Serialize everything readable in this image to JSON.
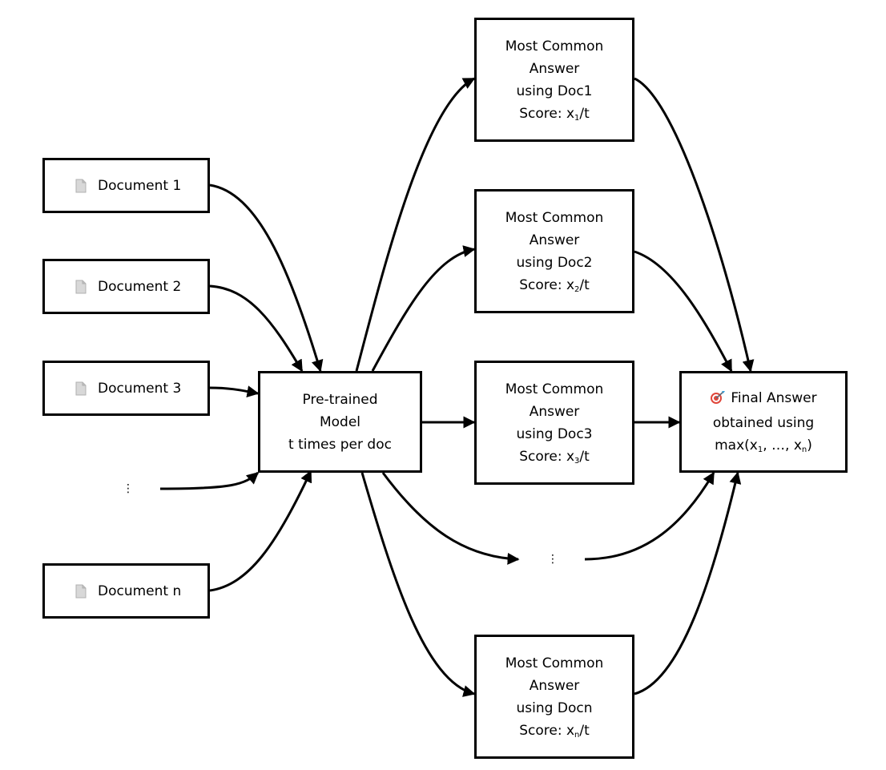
{
  "documents": [
    {
      "label": "Document 1",
      "icon": "document-icon"
    },
    {
      "label": "Document 2",
      "icon": "document-icon"
    },
    {
      "label": "Document 3",
      "icon": "document-icon"
    },
    {
      "label": "Document n",
      "icon": "document-icon"
    }
  ],
  "ellipsis": "⋮",
  "model": {
    "line1": "Pre-trained",
    "line2": "Model",
    "line3": "t times per doc"
  },
  "answers": [
    {
      "line1": "Most Common",
      "line2": "Answer",
      "line3": "using Doc1",
      "score_prefix": "Score: x",
      "score_sub": "1",
      "score_suffix": "/t"
    },
    {
      "line1": "Most Common",
      "line2": "Answer",
      "line3": "using Doc2",
      "score_prefix": "Score: x",
      "score_sub": "2",
      "score_suffix": "/t"
    },
    {
      "line1": "Most Common",
      "line2": "Answer",
      "line3": "using Doc3",
      "score_prefix": "Score: x",
      "score_sub": "3",
      "score_suffix": "/t"
    },
    {
      "line1": "Most Common",
      "line2": "Answer",
      "line3": "using Docn",
      "score_prefix": "Score: x",
      "score_sub": "n",
      "score_suffix": "/t"
    }
  ],
  "final": {
    "icon": "target-icon",
    "line1": "Final Answer",
    "line2": "obtained using",
    "max_prefix": "max(x",
    "max_sub1": "1",
    "max_mid": ", …, x",
    "max_sub2": "n",
    "max_suffix": ")"
  },
  "colors": {
    "stroke": "#000000",
    "background": "#ffffff"
  }
}
